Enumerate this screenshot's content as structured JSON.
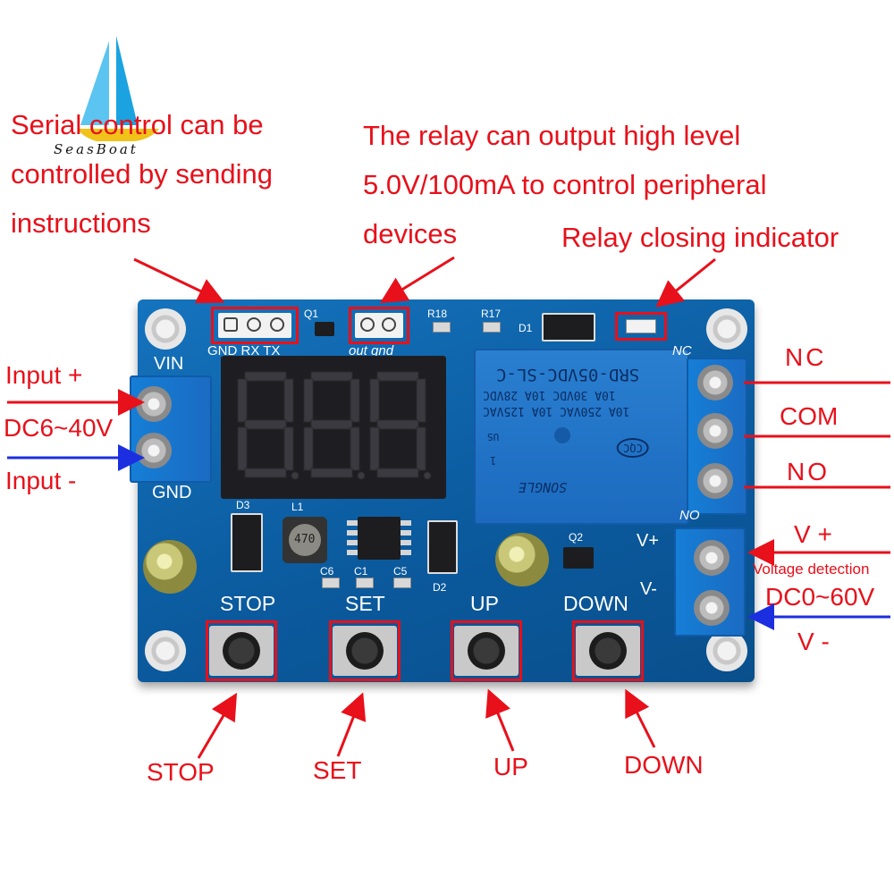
{
  "logo": {
    "brand_text": "SeasBoat",
    "sail_color_front": "#1aa3e0",
    "sail_color_back": "#5cc4f0",
    "hull_color": "#f0c21a"
  },
  "annotations": {
    "serial_note": [
      "Serial control can be",
      "controlled by sending",
      "instructions"
    ],
    "relay_output_note": [
      "The relay can output high level",
      "5.0V/100mA to control peripheral",
      "devices"
    ],
    "indicator_note": "Relay closing indicator",
    "input_plus": "Input +",
    "input_range": "DC6~40V",
    "input_minus": "Input -",
    "nc_label": "NC",
    "com_label": "COM",
    "no_label": "NO",
    "v_plus": "V +",
    "voltage_detection": "Voltage detection",
    "detect_range": "DC0~60V",
    "v_minus": "V -",
    "stop_label": "STOP",
    "set_label": "SET",
    "up_label": "UP",
    "down_label": "DOWN"
  },
  "board": {
    "serial_pins": "GND RX TX",
    "output_pins": "out gnd",
    "vin": "VIN",
    "gnd": "GND",
    "nc": "NC",
    "no": "NO",
    "v_plus": "V+",
    "v_minus": "V-",
    "q1": "Q1",
    "q2": "Q2",
    "r18": "R18",
    "r17": "R17",
    "d1": "D1",
    "d2": "D2",
    "d3": "D3",
    "l1": "L1",
    "c6": "C6",
    "c1": "C1",
    "c5": "C5",
    "inductor": "470",
    "buttons": [
      "STOP",
      "SET",
      "UP",
      "DOWN"
    ],
    "display_digits": "888"
  },
  "relay": {
    "model": "SRD-05VDC-SL-C",
    "rating1": "10A 250VAC 10A 125VAC",
    "rating2": "10A 30VDC 10A 28VDC",
    "brand": "SONGLE",
    "cert": "CQC",
    "us_mark": "US",
    "pin_mark": "1"
  },
  "colors": {
    "annotation_red": "#e8101a",
    "arrow_blue": "#1c2fe0",
    "board_blue": "#0d63a8"
  }
}
